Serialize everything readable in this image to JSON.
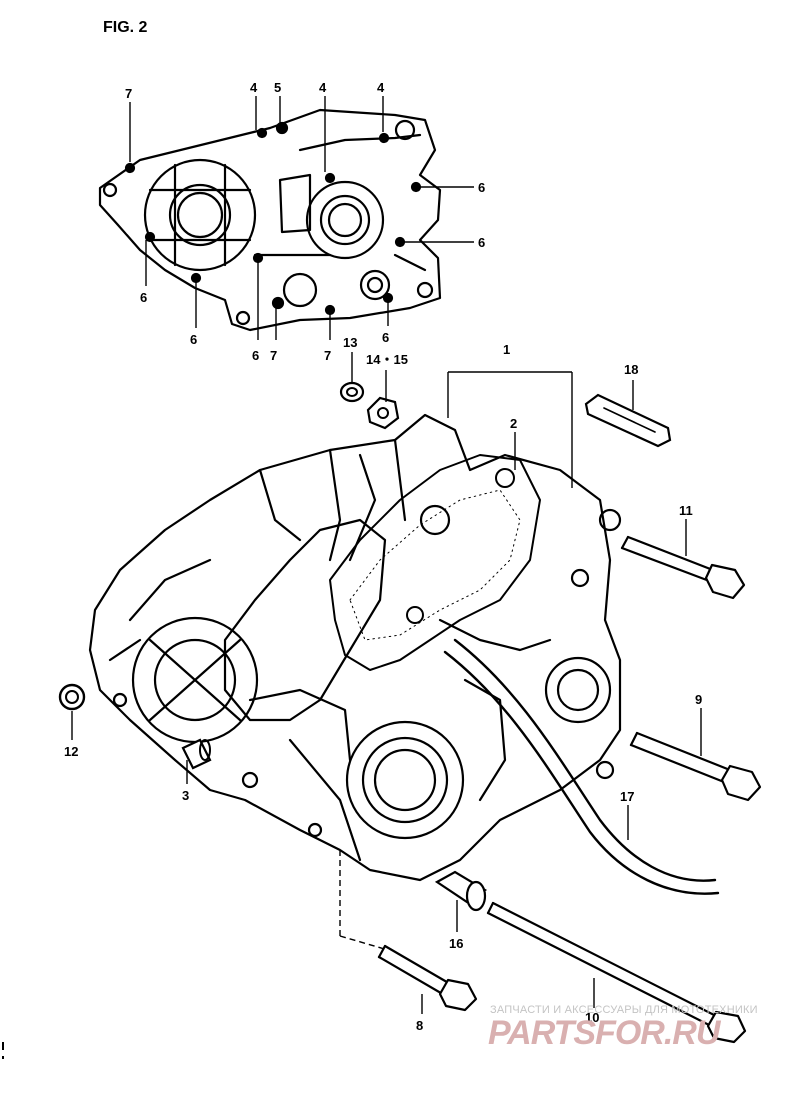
{
  "figure_label": "FIG. 2",
  "callouts": {
    "c7a": "7",
    "c4a": "4",
    "c5": "5",
    "c4b": "4",
    "c4c": "4",
    "c6a": "6",
    "c6b": "6",
    "c6c": "6",
    "c6d": "6",
    "c6e": "6",
    "c6f": "6",
    "c7b": "7",
    "c7c": "7",
    "c13": "13",
    "c1415": "14・15",
    "c1": "1",
    "c2": "2",
    "c18": "18",
    "c11": "11",
    "c12": "12",
    "c3": "3",
    "c9": "9",
    "c17": "17",
    "c16": "16",
    "c8": "8",
    "c10": "10"
  },
  "watermark": {
    "caption": "ЗАПЧАСТИ И АКСЕССУАРЫ ДЛЯ МОТОТЕХНИКИ",
    "brand": "PARTSFOR.RU"
  },
  "colors": {
    "ink": "#000000",
    "paper": "#ffffff",
    "watermark_caption": "#c4c4c4",
    "watermark_brand": "#d9b0b0"
  }
}
